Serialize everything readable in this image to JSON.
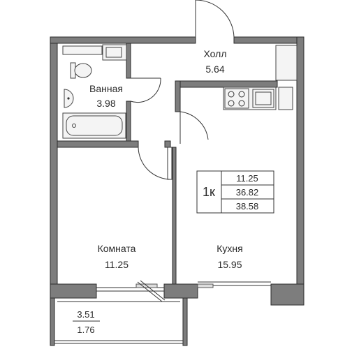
{
  "rooms": {
    "hall": {
      "name": "Холл",
      "area": "5.64"
    },
    "bathroom": {
      "name": "Ванная",
      "area": "3.98"
    },
    "room": {
      "name": "Комната",
      "area": "11.25"
    },
    "kitchen": {
      "name": "Кухня",
      "area": "15.95"
    },
    "balcony": {
      "area_full": "3.51",
      "area_reduced": "1.76"
    }
  },
  "summary": {
    "type": "1к",
    "living_area": "11.25",
    "total_area": "36.82",
    "total_with_balcony": "38.58"
  },
  "colors": {
    "wall": "#7d7d7d",
    "outline": "#2b2b2b",
    "fixture": "#f4f4f4"
  }
}
